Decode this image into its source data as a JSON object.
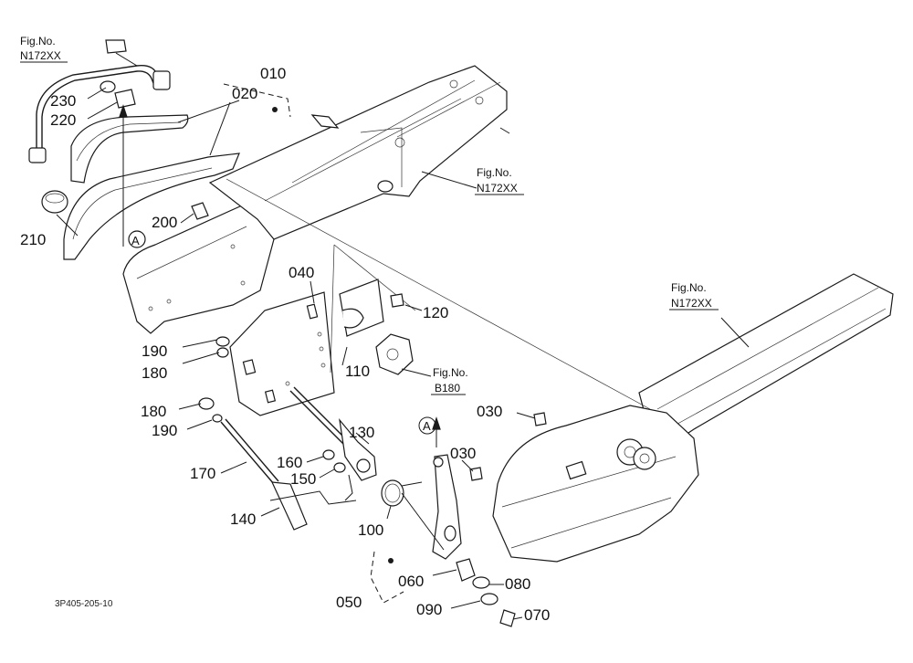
{
  "colors": {
    "line": "#1a1a1a",
    "paper": "#ffffff"
  },
  "drawing_code": "3P405-205-10",
  "fig_refs": [
    {
      "id": "ref-n172xx-topleft",
      "line1": "Fig.No.",
      "line2": "N172XX"
    },
    {
      "id": "ref-n172xx-mid",
      "line1": "Fig.No.",
      "line2": "N172XX"
    },
    {
      "id": "ref-n172xx-right",
      "line1": "Fig.No.",
      "line2": "N172XX"
    },
    {
      "id": "ref-b180",
      "line1": "Fig.No.",
      "line2": "B180"
    }
  ],
  "section_marker": "A",
  "parts": [
    "010",
    "020",
    "030",
    "040",
    "050",
    "060",
    "070",
    "080",
    "090",
    "100",
    "110",
    "120",
    "130",
    "140",
    "150",
    "160",
    "170",
    "180",
    "190",
    "200",
    "210",
    "220",
    "230"
  ],
  "callouts": [
    {
      "id": "c010",
      "text": "010"
    },
    {
      "id": "c020",
      "text": "020"
    },
    {
      "id": "c230",
      "text": "230"
    },
    {
      "id": "c220",
      "text": "220"
    },
    {
      "id": "c200",
      "text": "200"
    },
    {
      "id": "c210",
      "text": "210"
    },
    {
      "id": "c040",
      "text": "040"
    },
    {
      "id": "c120",
      "text": "120"
    },
    {
      "id": "c190a",
      "text": "190"
    },
    {
      "id": "c180a",
      "text": "180"
    },
    {
      "id": "c110",
      "text": "110"
    },
    {
      "id": "c180b",
      "text": "180"
    },
    {
      "id": "c190b",
      "text": "190"
    },
    {
      "id": "c130",
      "text": "130"
    },
    {
      "id": "c030a",
      "text": "030"
    },
    {
      "id": "c030b",
      "text": "030"
    },
    {
      "id": "c160",
      "text": "160"
    },
    {
      "id": "c170",
      "text": "170"
    },
    {
      "id": "c150",
      "text": "150"
    },
    {
      "id": "c140",
      "text": "140"
    },
    {
      "id": "c100",
      "text": "100"
    },
    {
      "id": "c060",
      "text": "060"
    },
    {
      "id": "c080",
      "text": "080"
    },
    {
      "id": "c050",
      "text": "050"
    },
    {
      "id": "c090",
      "text": "090"
    },
    {
      "id": "c070",
      "text": "070"
    }
  ]
}
